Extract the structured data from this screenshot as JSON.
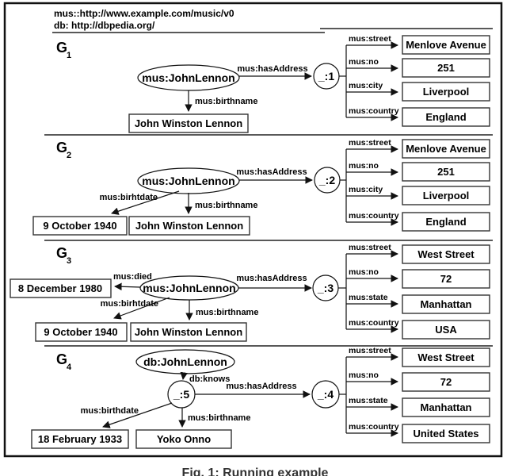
{
  "header": {
    "namespace_line1": "mus::http://www.example.com/music/v0",
    "namespace_line2": "db: http://dbpedia.org/"
  },
  "caption": "Fig. 1: Running example",
  "colors": {
    "ink": "#000000",
    "paper": "#ffffff"
  },
  "graphs": [
    {
      "name": "G",
      "index": "1",
      "subject": "mus:JohnLennon",
      "blank_node": "_:1",
      "has_address_label": "mus:hasAddress",
      "birthname_label": "mus:birthname",
      "birthname_value": "John Winston Lennon",
      "address_rows": [
        {
          "property": "mus:street",
          "value": "Menlove Avenue"
        },
        {
          "property": "mus:no",
          "value": "251"
        },
        {
          "property": "mus:city",
          "value": "Liverpool"
        },
        {
          "property": "mus:country",
          "value": "England"
        }
      ]
    },
    {
      "name": "G",
      "index": "2",
      "subject": "mus:JohnLennon",
      "blank_node": "_:2",
      "has_address_label": "mus:hasAddress",
      "birthdate_label": "mus:birhtdate",
      "birthdate_value": "9 October 1940",
      "birthname_label": "mus:birthname",
      "birthname_value": "John Winston Lennon",
      "address_rows": [
        {
          "property": "mus:street",
          "value": "Menlove Avenue"
        },
        {
          "property": "mus:no",
          "value": "251"
        },
        {
          "property": "mus:city",
          "value": "Liverpool"
        },
        {
          "property": "mus:country",
          "value": "England"
        }
      ]
    },
    {
      "name": "G",
      "index": "3",
      "subject": "mus:JohnLennon",
      "blank_node": "_:3",
      "died_label": "mus:died",
      "died_value": "8 December 1980",
      "has_address_label": "mus:hasAddress",
      "birthdate_label": "mus:birhtdate",
      "birthdate_value": "9 October 1940",
      "birthname_label": "mus:birthname",
      "birthname_value": "John Winston Lennon",
      "address_rows": [
        {
          "property": "mus:street",
          "value": "West Street"
        },
        {
          "property": "mus:no",
          "value": "72"
        },
        {
          "property": "mus:state",
          "value": "Manhattan"
        },
        {
          "property": "mus:country",
          "value": "USA"
        }
      ]
    },
    {
      "name": "G",
      "index": "4",
      "subject": "db:JohnLennon",
      "knows_label": "db:knows",
      "knows_blank_node": "_:5",
      "blank_node": "_:4",
      "has_address_label": "mus:hasAddress",
      "birthdate_label": "mus:birthdate",
      "birthdate_value": "18 February 1933",
      "birthname_label": "mus:birthname",
      "birthname_value": "Yoko Onno",
      "address_rows": [
        {
          "property": "mus:street",
          "value": "West Street"
        },
        {
          "property": "mus:no",
          "value": "72"
        },
        {
          "property": "mus:state",
          "value": "Manhattan"
        },
        {
          "property": "mus:country",
          "value": "United States"
        }
      ]
    }
  ]
}
